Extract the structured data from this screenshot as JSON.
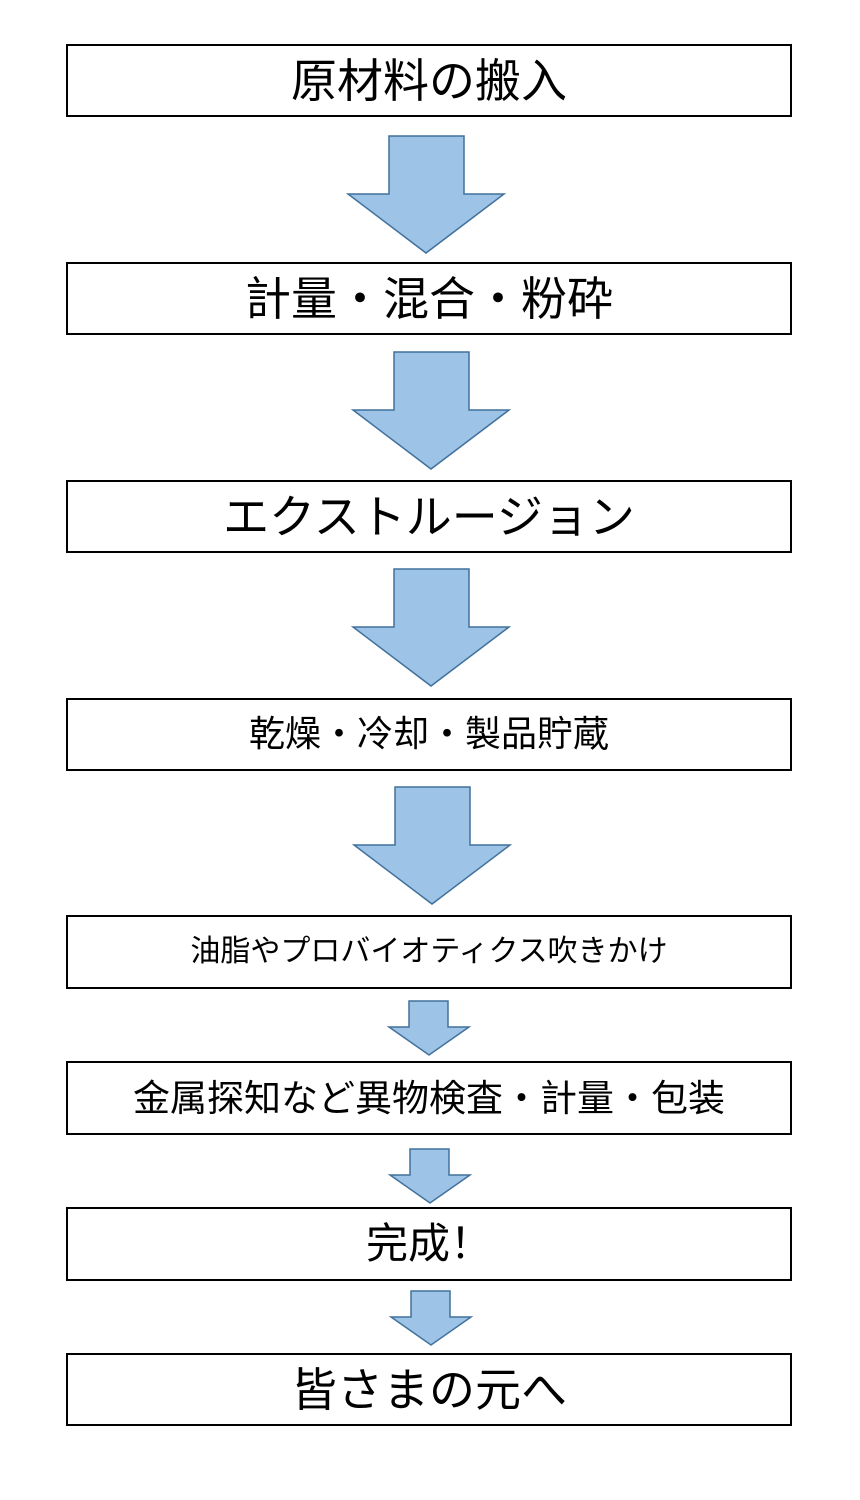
{
  "flowchart": {
    "steps": [
      {
        "label": "原材料の搬入"
      },
      {
        "label": "計量・混合・粉砕"
      },
      {
        "label": "エクストルージョン"
      },
      {
        "label": "乾燥・冷却・製品貯蔵"
      },
      {
        "label": "油脂やプロバイオティクス吹きかけ"
      },
      {
        "label": "金属探知など異物検査・計量・包装"
      },
      {
        "label": "完成！"
      },
      {
        "label": "皆さまの元へ"
      }
    ],
    "arrow_fill_color": "#9dc3e6",
    "arrow_stroke_color": "#41719c",
    "box_border_color": "#000000"
  }
}
